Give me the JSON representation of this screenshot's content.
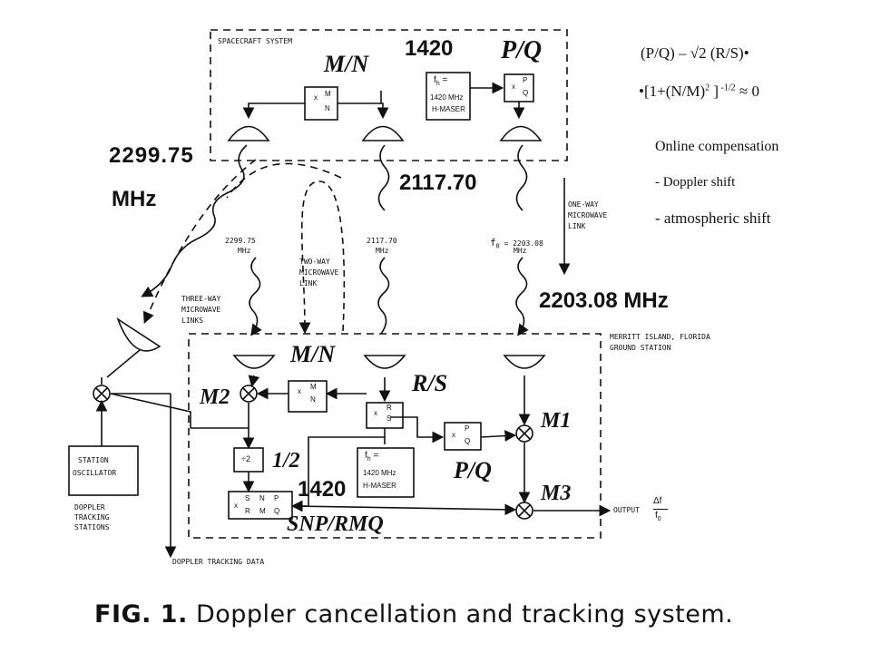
{
  "notes": {
    "formula_line1": "(P/Q) – √2 (R/S)•",
    "formula_line2_prefix": "•[1+(N/M)",
    "formula_line2_exp": "2",
    "formula_line2_mid": " ]",
    "formula_line2_exp2": " -1/2",
    "formula_line2_suffix": " ≈ 0",
    "online_compensation": "Online compensation",
    "doppler_shift": "- Doppler shift",
    "atmospheric_shift": "- atmospheric shift"
  },
  "spacecraft": {
    "title": "SPACECRAFT SYSTEM",
    "mn_label": "M/N",
    "f1420_label": "1420",
    "pq_label": "P/Q",
    "mn_box": [
      "x",
      "M",
      "N"
    ],
    "maser_box": [
      "f",
      "h",
      "=",
      "1420 MHz",
      "H-MASER"
    ],
    "pq_box": [
      "x",
      "P",
      "Q"
    ]
  },
  "links": {
    "freq_2299_large": "2299.75",
    "mhz_large": "MHz",
    "freq_2117_large": "2117.70",
    "freq_2203_large": "2203.08 MHz",
    "freq_2299_small": "2299.75",
    "freq_2299_small_unit": "MHz",
    "freq_2117_small": "2117.70",
    "freq_2117_small_unit": "MHz",
    "f0_small": "f",
    "f0_sub": "0",
    "f0_value": "= 2203.08",
    "f0_unit": "MHz",
    "one_way_link": [
      "ONE-WAY",
      "MICROWAVE",
      "LINK"
    ],
    "two_way_link": [
      "TWO-WAY",
      "MICROWAVE",
      "LINK"
    ],
    "three_way_links": [
      "THREE-WAY",
      "MICROWAVE",
      "LINKS"
    ]
  },
  "ground": {
    "station_title": [
      "MERRITT ISLAND, FLORIDA",
      "GROUND STATION"
    ],
    "mn_label": "M/N",
    "m2_label": "M2",
    "rs_label": "R/S",
    "m1_label": "M1",
    "half_label": "1/2",
    "pq_label": "P/Q",
    "f1420_label": "1420",
    "m3_label": "M3",
    "snp_label": "SNP/RMQ",
    "mn_box": [
      "x",
      "M",
      "N"
    ],
    "rs_box": [
      "x",
      "R",
      "S"
    ],
    "pq_box": [
      "x",
      "P",
      "Q"
    ],
    "div2_box": "÷2",
    "maser_box": [
      "f",
      "h",
      "=",
      "1420 MHz",
      "H-MASER"
    ],
    "snp_box": [
      "x",
      "S",
      "N",
      "P",
      "R",
      "M",
      "Q"
    ],
    "output_label": "OUTPUT",
    "output_num": "Δf",
    "output_den": "f",
    "output_den_sub": "0"
  },
  "doppler": {
    "station_osc": [
      "STATION",
      "OSCILLATOR"
    ],
    "tracking_stations": [
      "DOPPLER",
      "TRACKING",
      "STATIONS"
    ],
    "tracking_data": "DOPPLER TRACKING DATA"
  },
  "caption": {
    "fig": "FIG. 1.",
    "text": "Doppler cancellation and tracking system."
  }
}
